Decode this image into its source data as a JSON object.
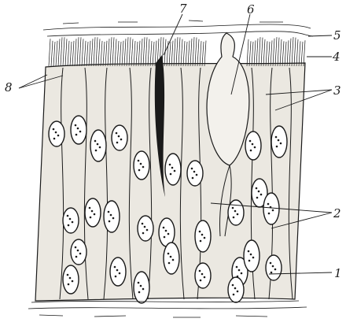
{
  "figure": {
    "labels": {
      "l1": "1",
      "l2": "2",
      "l3": "3",
      "l4": "4",
      "l5": "5",
      "l6": "6",
      "l7": "7",
      "l8": "8"
    },
    "colors": {
      "ink": "#1a1a1a",
      "cytoplasm": "#e9e6df",
      "goblet_cell": "#f3f1ec",
      "background": "#ffffff"
    }
  }
}
